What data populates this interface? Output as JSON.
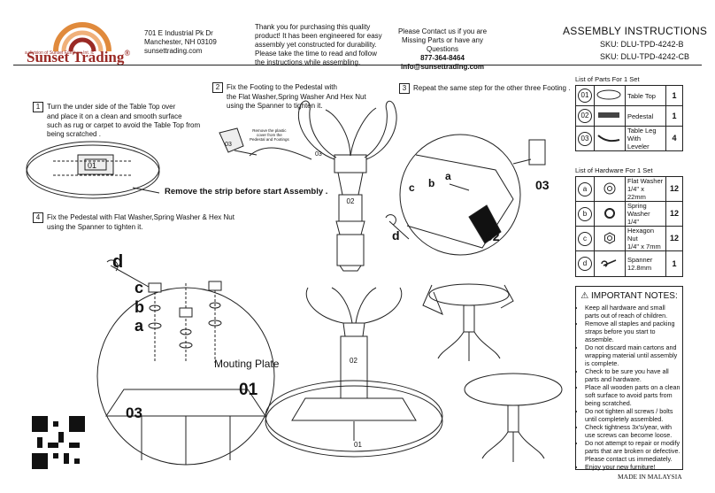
{
  "company": {
    "name": "Sunset Trading",
    "registered": "®",
    "division": "a division of Sunset Furniture Int. lc",
    "address1": "701 E Industrial Pk Dr",
    "address2": "Manchester, NH 03109",
    "website": "sunsettrading.com"
  },
  "thanks": [
    "Thank you for purchasing this quality",
    "product! It has been engineered for easy",
    "assembly yet constructed for durability.",
    "Please take the time to read and follow",
    "the instructions while assembling."
  ],
  "contact": {
    "line1": "Please Contact us if you are",
    "line2": "Missing Parts or have any Questions",
    "phone": "877-364-8464",
    "email": "info@sunsettrading.com"
  },
  "title": "ASSEMBLY INSTRUCTIONS",
  "sku1": "SKU:  DLU-TPD-4242-B",
  "sku2": "SKU:  DLU-TPD-4242-CB",
  "steps": {
    "s1": {
      "num": "1",
      "lines": [
        "Turn the under side of the Table Top over",
        "and place it on a clean and smooth surface",
        "such as rug or carpet to avoid the Table Top from",
        "being scratched ."
      ]
    },
    "s2": {
      "num": "2",
      "lines": [
        "Fix the Footing to the Pedestal with",
        "the Flat Washer,Spring Washer And Hex Nut",
        "using the Spanner to tighten it."
      ]
    },
    "s3": {
      "num": "3",
      "lines": [
        "Repeat the same step for the other three Footing ."
      ]
    },
    "s4": {
      "num": "4",
      "lines": [
        "Fix the Pedestal with Flat Washer,Spring Washer & Hex Nut",
        "using the Spanner to tighten it."
      ]
    }
  },
  "strip_note": "Remove the strip before start Assembly .",
  "plastic_note": [
    "Remove the plastic",
    "cover from the",
    "Pedestal and Footings"
  ],
  "mounting_plate": "Mouting Plate",
  "labels": {
    "p01": "01",
    "p02": "02",
    "p03": "03",
    "a": "a",
    "b": "b",
    "c": "c",
    "d": "d"
  },
  "parts": {
    "title": "List of Parts For 1 Set",
    "items": [
      {
        "id": "01",
        "name": "Table Top",
        "qty": "1"
      },
      {
        "id": "02",
        "name": "Pedestal",
        "qty": "1"
      },
      {
        "id": "03",
        "name": "Table Leg",
        "name2": "With Leveler",
        "qty": "4"
      }
    ]
  },
  "hardware": {
    "title": "List of Hardware For 1 Set",
    "items": [
      {
        "id": "a",
        "name": "Flat Washer",
        "spec1": "1/4\"",
        "spec2": "x 22mm",
        "qty": "12"
      },
      {
        "id": "b",
        "name": "Spring Washer",
        "spec1": "1/4\"",
        "spec2": "",
        "qty": "12"
      },
      {
        "id": "c",
        "name": "Hexagon Nut",
        "spec1": "1/4\"",
        "spec2": "x 7mm",
        "qty": "12"
      },
      {
        "id": "d",
        "name": "Spanner",
        "spec1": "12.8mm",
        "spec2": "",
        "qty": "1"
      }
    ]
  },
  "notes": {
    "title": "IMPORTANT NOTES:",
    "items": [
      "Keep all hardware and small parts out of reach of children.",
      "Remove all staples and packing straps before you start to assemble.",
      "Do not discard main cartons and wrapping material until assembly is complete.",
      "Check to be sure you have all parts and hardware.",
      "Place all wooden parts on a clean soft surface to avoid parts from being scratched.",
      "Do not tighten all screws / bolts until completely assembled.",
      "Check tightness 3x's/year, with use screws can become loose.",
      "Do not attempt to repair or modify parts that are broken or defective. Please contact us immediately.",
      "Enjoy your new furniture!"
    ]
  },
  "made_in": "MADE IN MALAYSIA",
  "colors": {
    "brand": "#9a2a25",
    "logo_orange": "#e08a3c",
    "ink": "#111111"
  }
}
